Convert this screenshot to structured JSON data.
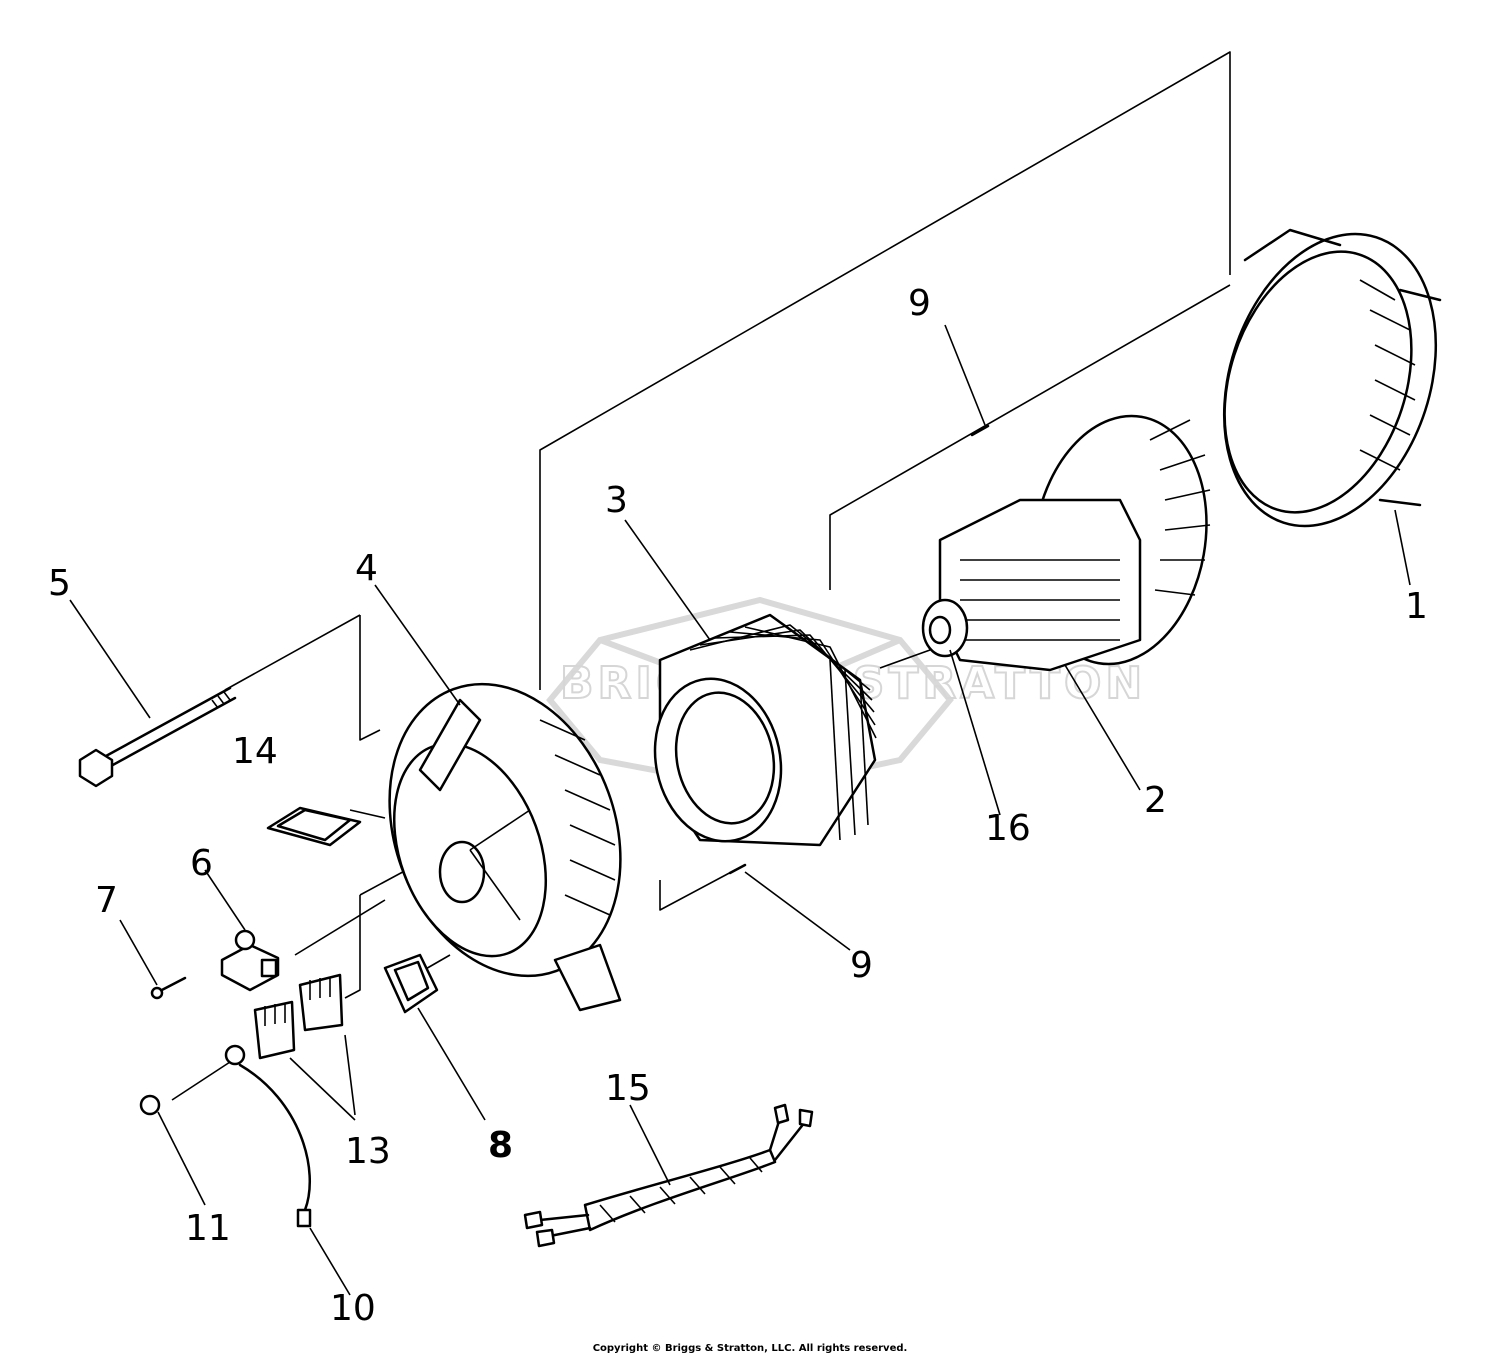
{
  "callouts": {
    "c1": "1",
    "c2": "2",
    "c3": "3",
    "c4": "4",
    "c5": "5",
    "c6": "6",
    "c7": "7",
    "c8": "8",
    "c9a": "9",
    "c9b": "9",
    "c10": "10",
    "c11": "11",
    "c13": "13",
    "c14": "14",
    "c15": "15",
    "c16": "16"
  },
  "watermark": "BRIGGS & STRATTON",
  "copyright": "Copyright © Briggs & Stratton, LLC. All rights reserved."
}
